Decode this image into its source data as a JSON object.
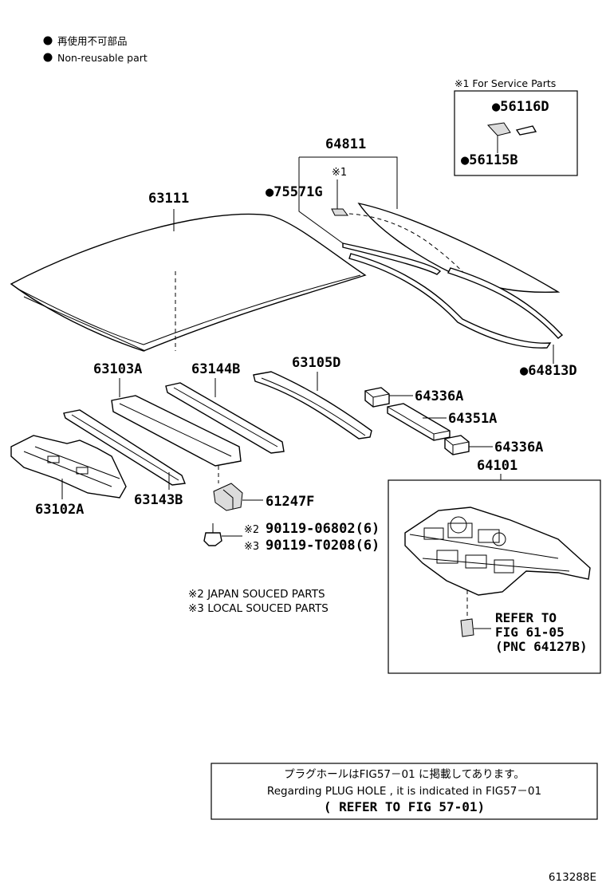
{
  "legend": {
    "japanese": "再使用不可部品",
    "english": "Non-reusable part"
  },
  "service_parts_box": {
    "title": "※1 For Service Parts",
    "part_a": "●56116D",
    "part_b": "●56115B"
  },
  "parts": {
    "p64811": "64811",
    "p64811_note": "※1",
    "p75571G": "●75571G",
    "p63111": "63111",
    "p64813D": "●64813D",
    "p63103A": "63103A",
    "p63144B": "63144B",
    "p63105D": "63105D",
    "p64336A_1": "64336A",
    "p64351A": "64351A",
    "p64336A_2": "64336A",
    "p64101": "64101",
    "p63102A": "63102A",
    "p63143B": "63143B",
    "p61247F": "61247F",
    "bolt1_mark": "※2",
    "bolt1": "90119-06802(6)",
    "bolt2_mark": "※3",
    "bolt2": "90119-T0208(6)"
  },
  "sourcing_notes": {
    "japan": "※2 JAPAN SOUCED PARTS",
    "local": "※3 LOCAL SOUCED PARTS"
  },
  "refer_box": {
    "line1": "REFER TO",
    "line2": "FIG 61-05",
    "line3": "(PNC 64127B)"
  },
  "plug_hole_note": {
    "japanese": "プラグホールはFIG57－01 に掲載してあります。",
    "english": "Regarding  PLUG  HOLE  , it  is  indicated  in  FIG57－01",
    "refer": "(    REFER TO FIG 57-01)"
  },
  "figure_id": "613288E"
}
